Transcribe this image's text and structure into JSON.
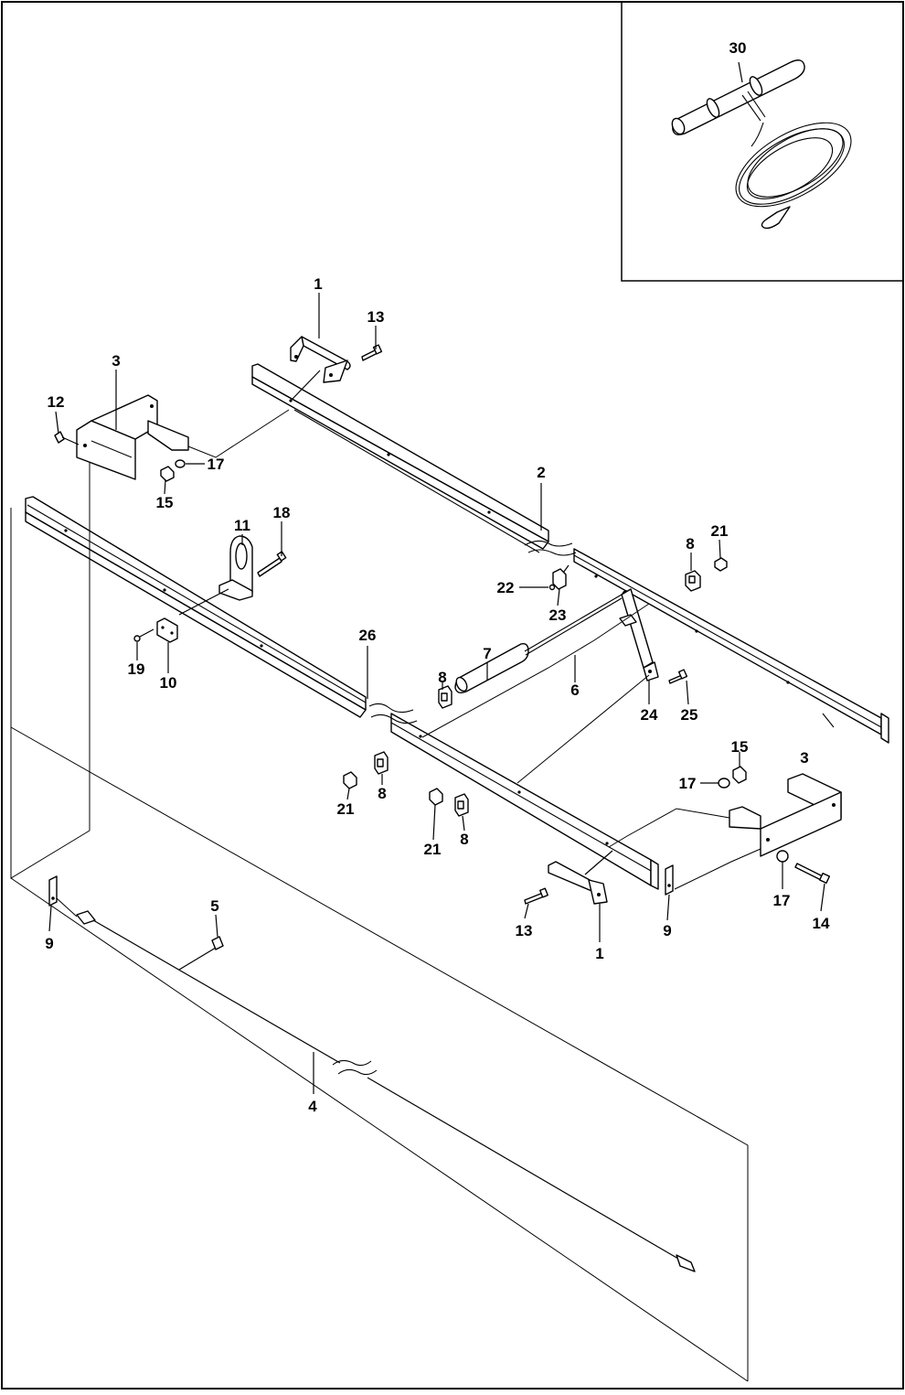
{
  "diagram": {
    "inset_labels": [
      "30"
    ],
    "part_labels": {
      "handle_top": "1",
      "bolt_top": "13",
      "bracket_left": "3",
      "screw_left": "12",
      "washer_left": "17",
      "nut_left": "15",
      "rail_top": "2",
      "eye_plate": "11",
      "screw_eye": "18",
      "clip_right_top": "8",
      "nut_right_top": "21",
      "screw_mid": "22",
      "block_mid": "23",
      "screw_small": "19",
      "plate_small": "10",
      "rail_front": "26",
      "cylinder": "7",
      "rod": "6",
      "clip_mid": "8",
      "bolt_link": "25",
      "pivot": "24",
      "clip_low_a": "8",
      "nut_low_a": "21",
      "clip_low_b": "8",
      "nut_low_b": "21",
      "nut_right": "15",
      "washer_right_a": "17",
      "bracket_right": "3",
      "washer_right_b": "17",
      "bolt_right": "14",
      "bolt_bottom": "13",
      "handle_bottom": "1",
      "tab_right": "9",
      "tab_left": "9",
      "stud": "5",
      "cable": "4"
    }
  }
}
